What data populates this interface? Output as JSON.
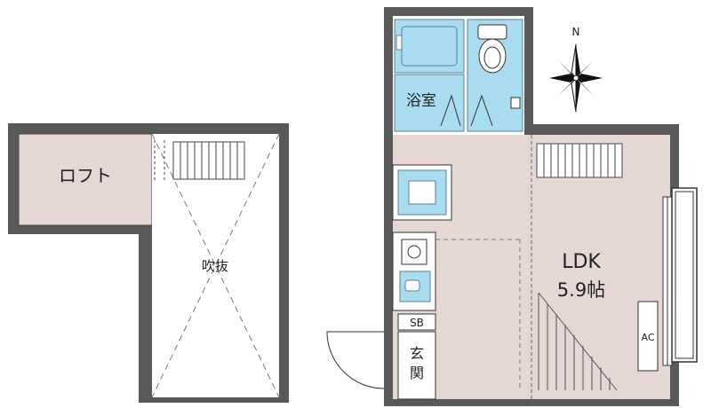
{
  "colors": {
    "wall": "#595959",
    "floor": "#e6d7d4",
    "wet": "#a9dcef",
    "wetStroke": "#5a7f95",
    "line": "#333333"
  },
  "loft_plan": {
    "loft_label": "ロフト",
    "void_label": "吹抜"
  },
  "main_plan": {
    "bath_label": "浴室",
    "ldk_label": "LDK",
    "ldk_area": "5.9帖",
    "sb_label": "SB",
    "entrance_label": "玄関",
    "ac_label": "AC"
  },
  "compass": {
    "north_label": "N"
  }
}
